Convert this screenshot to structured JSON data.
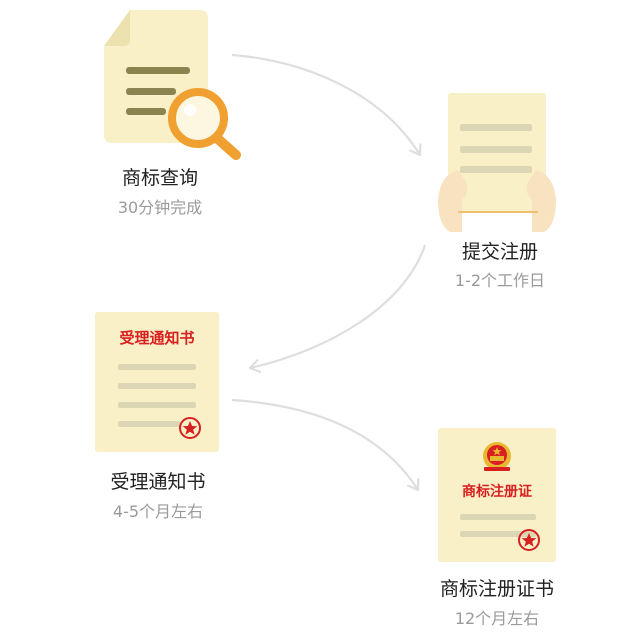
{
  "steps": [
    {
      "title": "商标查询",
      "subtitle": "30分钟完成",
      "icon": "document-search-icon"
    },
    {
      "title": "提交注册",
      "subtitle": "1-2个工作日",
      "icon": "hands-holding-document-icon"
    },
    {
      "title": "受理通知书",
      "subtitle": "4-5个月左右",
      "icon": "notice-document-icon",
      "doc_heading": "受理通知书"
    },
    {
      "title": "商标注册证书",
      "subtitle": "12个月左右",
      "icon": "certificate-document-icon",
      "doc_heading": "商标注册证"
    }
  ],
  "colors": {
    "paper": "#f9f0c8",
    "line_dark": "#8c8450",
    "line_light": "#dcd6b4",
    "magnifier": "#f0a030",
    "seal_red": "#d92020",
    "emblem_gold": "#e8b830",
    "arrow": "#dedede",
    "hand": "#f8e2c0"
  }
}
